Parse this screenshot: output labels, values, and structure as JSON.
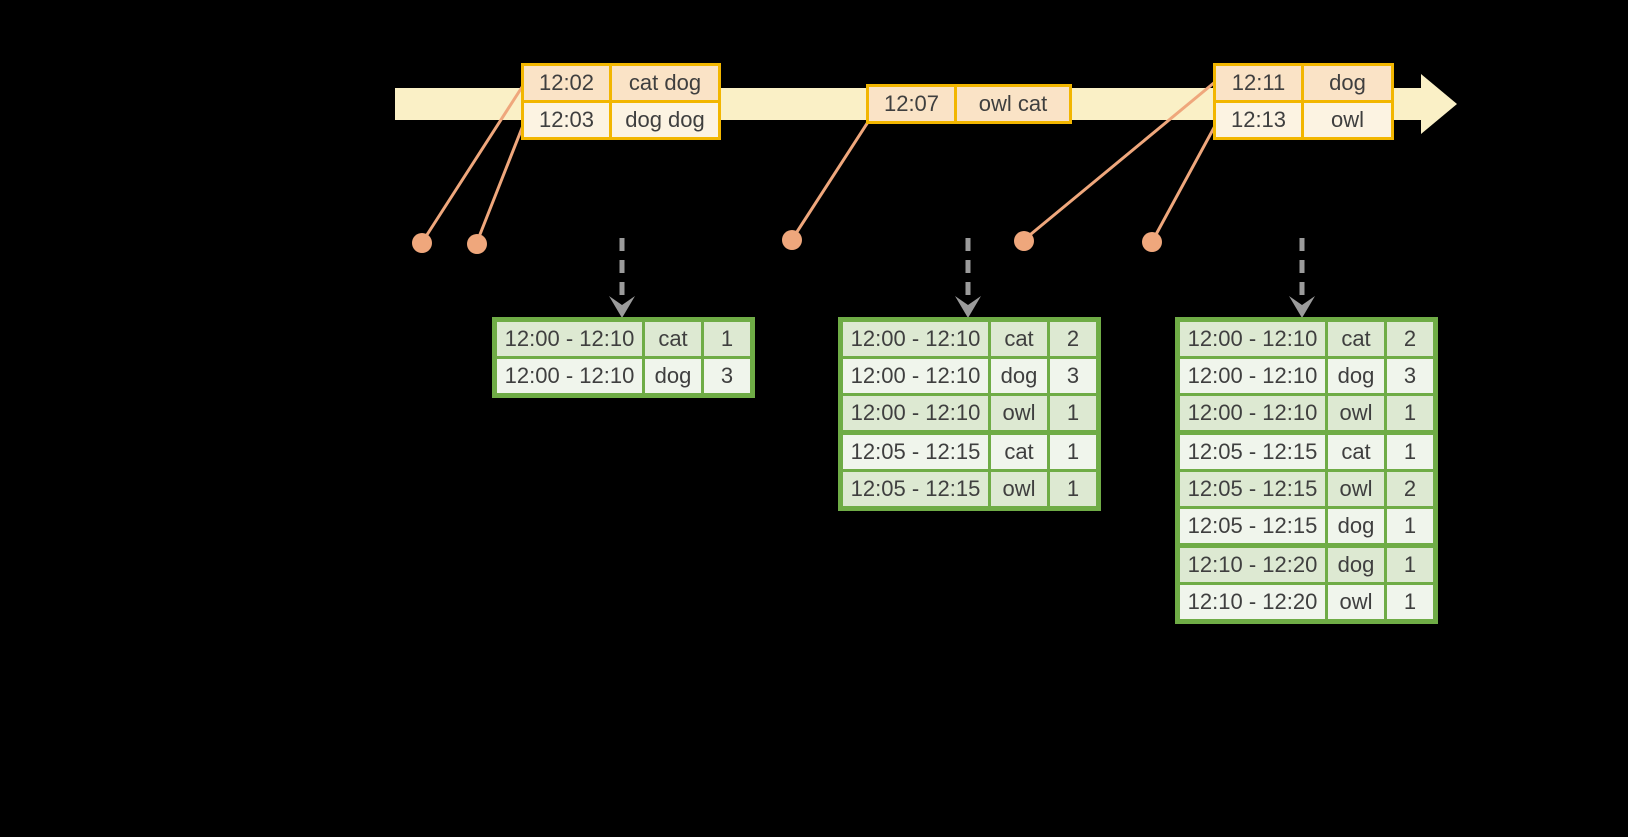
{
  "colors": {
    "background": "#000000",
    "text_color": "#3f3f3f",
    "timeline_band": "#faf0c6",
    "orange_border": "#f2b600",
    "orange_row_dark": "#fae3c6",
    "orange_row_light": "#fcf3e2",
    "salmon": "#efa77c",
    "gray_arrow": "#9b9b9b",
    "green_border": "#6fac46",
    "green_row_dark": "#dde9d2",
    "green_row_light": "#f0f5ec"
  },
  "event_tables": [
    {
      "rows": [
        {
          "time": "12:02",
          "words": "cat dog"
        },
        {
          "time": "12:03",
          "words": "dog dog"
        }
      ]
    },
    {
      "rows": [
        {
          "time": "12:07",
          "words": "owl cat"
        }
      ]
    },
    {
      "rows": [
        {
          "time": "12:11",
          "words": "dog"
        },
        {
          "time": "12:13",
          "words": "owl"
        }
      ]
    }
  ],
  "result_tables": [
    {
      "rows": [
        {
          "window": "12:00 - 12:10",
          "word": "cat",
          "count": "1"
        },
        {
          "window": "12:00 - 12:10",
          "word": "dog",
          "count": "3"
        }
      ]
    },
    {
      "rows": [
        {
          "window": "12:00 - 12:10",
          "word": "cat",
          "count": "2"
        },
        {
          "window": "12:00 - 12:10",
          "word": "dog",
          "count": "3"
        },
        {
          "window": "12:00 - 12:10",
          "word": "owl",
          "count": "1"
        },
        {
          "window": "12:05 - 12:15",
          "word": "cat",
          "count": "1"
        },
        {
          "window": "12:05 - 12:15",
          "word": "owl",
          "count": "1"
        }
      ]
    },
    {
      "rows": [
        {
          "window": "12:00 - 12:10",
          "word": "cat",
          "count": "2"
        },
        {
          "window": "12:00 - 12:10",
          "word": "dog",
          "count": "3"
        },
        {
          "window": "12:00 - 12:10",
          "word": "owl",
          "count": "1"
        },
        {
          "window": "12:05 - 12:15",
          "word": "cat",
          "count": "1"
        },
        {
          "window": "12:05 - 12:15",
          "word": "owl",
          "count": "2"
        },
        {
          "window": "12:05 - 12:15",
          "word": "dog",
          "count": "1"
        },
        {
          "window": "12:10 - 12:20",
          "word": "dog",
          "count": "1"
        },
        {
          "window": "12:10 - 12:20",
          "word": "owl",
          "count": "1"
        }
      ]
    }
  ]
}
